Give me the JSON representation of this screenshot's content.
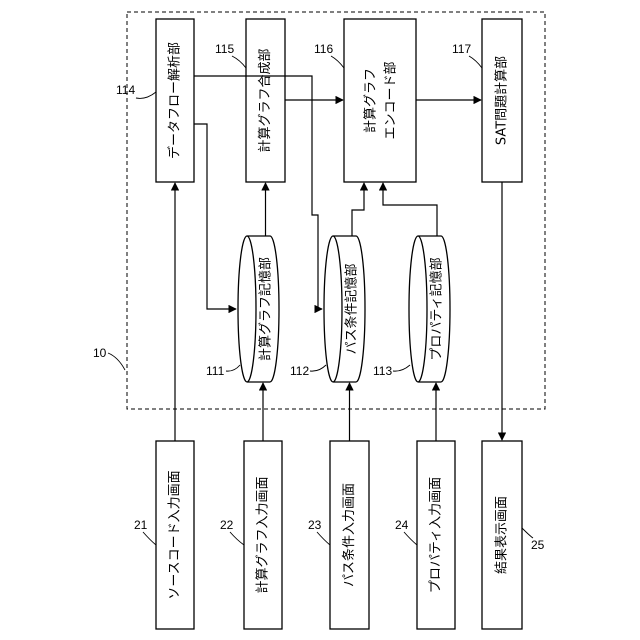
{
  "system": {
    "ref": "10"
  },
  "boxes": {
    "dataflow": {
      "ref": "114",
      "label": "データフロー解析部"
    },
    "graph_synth": {
      "ref": "115",
      "label": "計算グラフ合成部"
    },
    "encoder": {
      "ref": "116",
      "line1": "計算グラフ",
      "line2": "エンコード部"
    },
    "sat": {
      "ref": "117",
      "label": "SAT問題計算部"
    },
    "src_input": {
      "ref": "21",
      "label": "ソースコード入力画面"
    },
    "graph_input": {
      "ref": "22",
      "label": "計算グラフ入力画面"
    },
    "path_input": {
      "ref": "23",
      "label": "パス条件入力画面"
    },
    "prop_input": {
      "ref": "24",
      "label": "プロパティ入力画面"
    },
    "result_screen": {
      "ref": "25",
      "label": "結果表示画面"
    }
  },
  "storages": {
    "graph_store": {
      "ref": "111",
      "label": "計算グラフ記憶部"
    },
    "path_store": {
      "ref": "112",
      "label": "パス条件記憶部"
    },
    "prop_store": {
      "ref": "113",
      "label": "プロパティ記憶部"
    }
  }
}
